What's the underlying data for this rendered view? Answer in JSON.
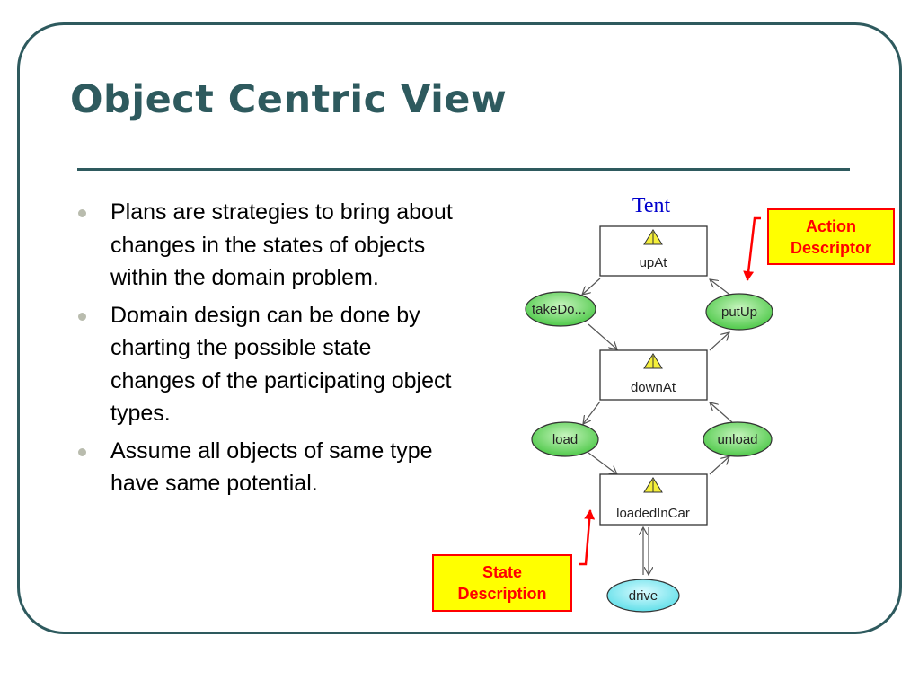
{
  "title": "Object Centric View",
  "bullets": [
    "Plans are strategies to bring about changes in the states of objects within the domain problem.",
    "Domain design can be done by charting the possible state changes of the participating object types.",
    "Assume all objects of same type have same potential."
  ],
  "diagram": {
    "object_type": "Tent",
    "states": [
      "upAt",
      "downAt",
      "loadedInCar"
    ],
    "actions": [
      "takeDo...",
      "putUp",
      "load",
      "unload",
      "drive"
    ],
    "callouts": {
      "action": [
        "Action",
        "Descriptor"
      ],
      "state": [
        "State",
        "Description"
      ]
    }
  },
  "colors": {
    "theme": "#2e5a5e",
    "callout_border": "#ff0000",
    "callout_fill": "#ffff00",
    "action_green": "#5fd35a",
    "action_cyan": "#7fe7ef",
    "object_type_label": "#0000cc"
  }
}
